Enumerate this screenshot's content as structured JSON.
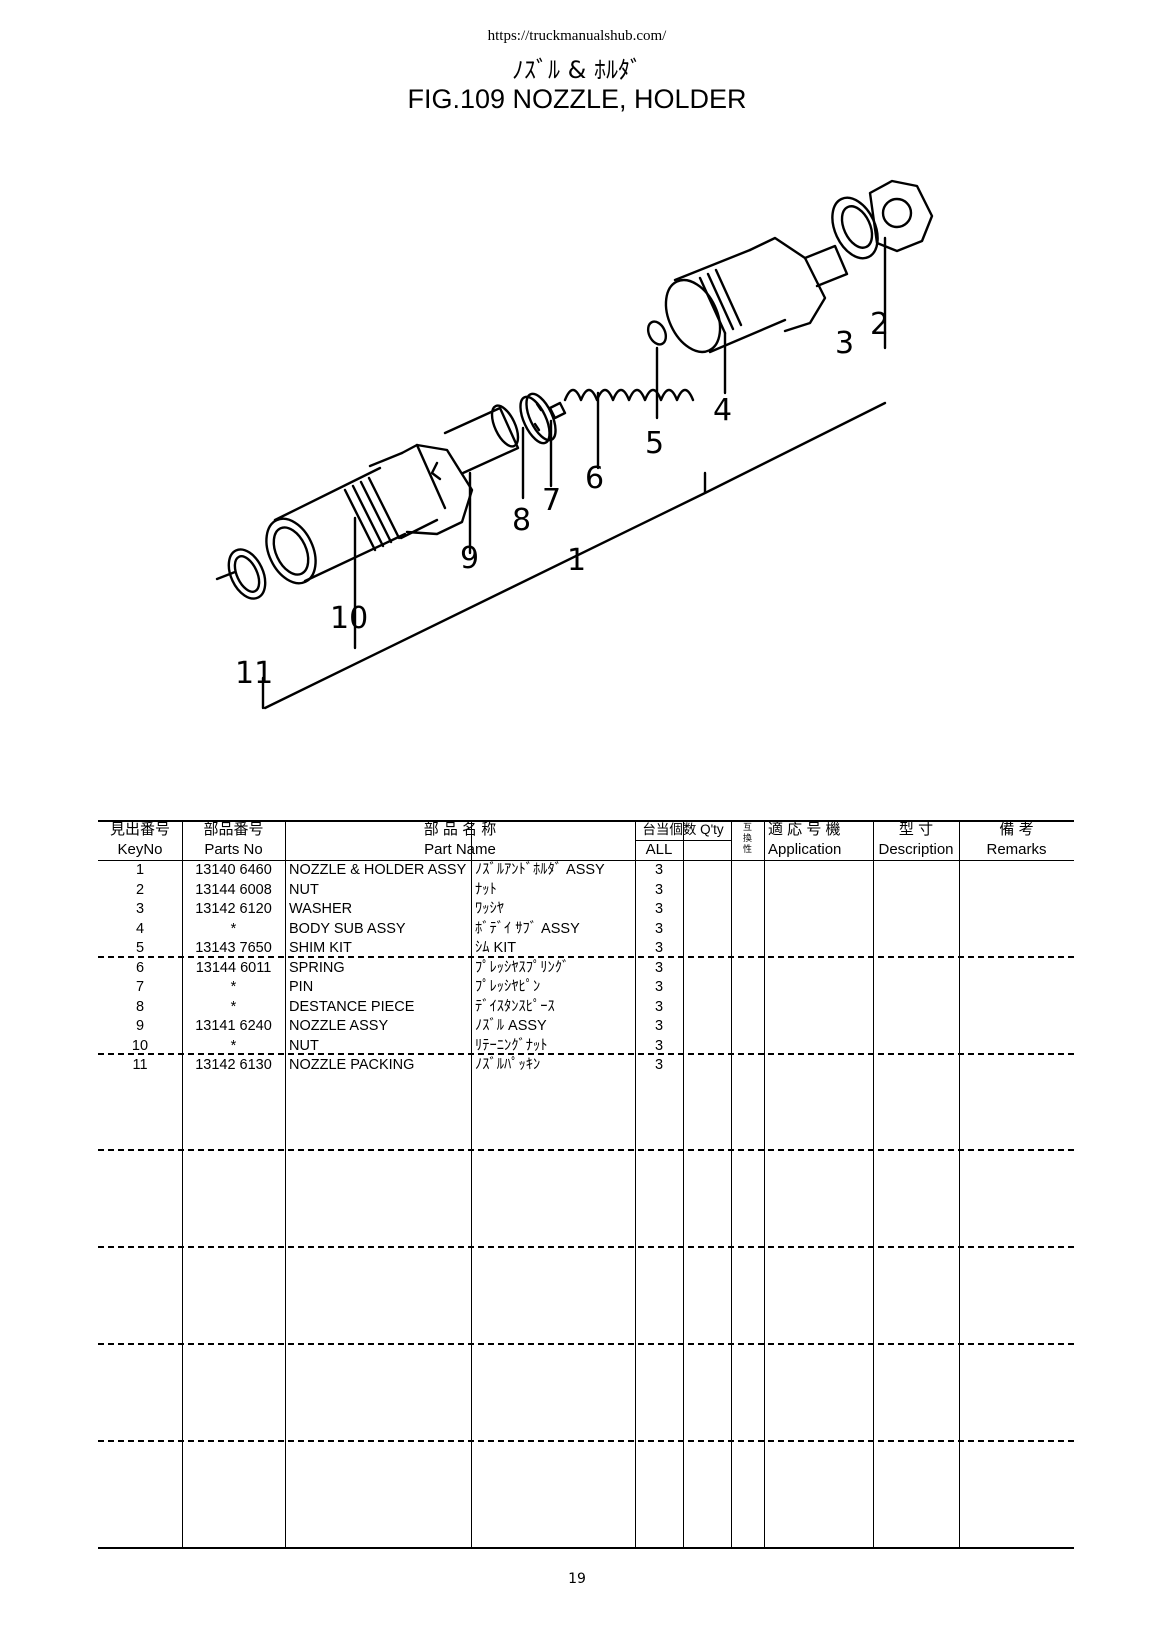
{
  "header": {
    "url": "https://truckmanualshub.com/",
    "title_jp": "ﾉｽﾞﾙ & ﾎﾙﾀﾞ",
    "title_en": "FIG.109   NOZZLE, HOLDER"
  },
  "diagram": {
    "callouts": [
      "1",
      "2",
      "3",
      "4",
      "5",
      "6",
      "7",
      "8",
      "9",
      "10",
      "11"
    ]
  },
  "table": {
    "headers": {
      "key_jp": "見出番号",
      "key_en": "KeyNo",
      "parts_jp": "部品番号",
      "parts_en": "Parts No",
      "name_jp": "部 品 名 称",
      "name_en": "Part Name",
      "qty_jp": "台当個数  Q'ty",
      "qty_all": "ALL",
      "interchange_jp": "互\n換\n性",
      "app_jp": "適 応 号 機",
      "app_en": "Application",
      "desc_jp": "型  寸",
      "desc_en": "Description",
      "rem_jp": "備    考",
      "rem_en": "Remarks"
    },
    "rows": [
      {
        "key": "1",
        "part": "13140 6460",
        "name": "NOZZLE & HOLDER ASSY",
        "jp": "ﾉｽﾞﾙｱﾝﾄﾞﾎﾙﾀﾞ ASSY",
        "qty": "3"
      },
      {
        "key": "2",
        "part": "13144 6008",
        "name": "NUT",
        "jp": "ﾅｯﾄ",
        "qty": "3"
      },
      {
        "key": "3",
        "part": "13142 6120",
        "name": "WASHER",
        "jp": "ﾜｯｼﾔ",
        "qty": "3"
      },
      {
        "key": "4",
        "part": "*",
        "name": "BODY SUB ASSY",
        "jp": "ﾎﾞﾃﾞｲ ｻﾌﾞ ASSY",
        "qty": "3"
      },
      {
        "key": "5",
        "part": "13143 7650",
        "name": "SHIM KIT",
        "jp": "ｼﾑ KIT",
        "qty": "3"
      },
      {
        "key": "6",
        "part": "13144 6011",
        "name": "SPRING",
        "jp": "ﾌﾟﾚｯｼﾔｽﾌﾟﾘﾝｸﾞ",
        "qty": "3"
      },
      {
        "key": "7",
        "part": "*",
        "name": "PIN",
        "jp": "ﾌﾟﾚｯｼﾔﾋﾟﾝ",
        "qty": "3"
      },
      {
        "key": "8",
        "part": "*",
        "name": "DESTANCE PIECE",
        "jp": "ﾃﾞｲｽﾀﾝｽﾋﾟｰｽ",
        "qty": "3"
      },
      {
        "key": "9",
        "part": "13141 6240",
        "name": "NOZZLE ASSY",
        "jp": "ﾉｽﾞﾙ ASSY",
        "qty": "3"
      },
      {
        "key": "10",
        "part": "*",
        "name": "NUT",
        "jp": "ﾘﾃｰﾆﾝｸﾞﾅｯﾄ",
        "qty": "3"
      },
      {
        "key": "11",
        "part": "13142 6130",
        "name": "NOZZLE PACKING",
        "jp": "ﾉｽﾞﾙﾊﾟｯｷﾝ",
        "qty": "3"
      }
    ]
  },
  "footer": {
    "page_number": "19"
  }
}
